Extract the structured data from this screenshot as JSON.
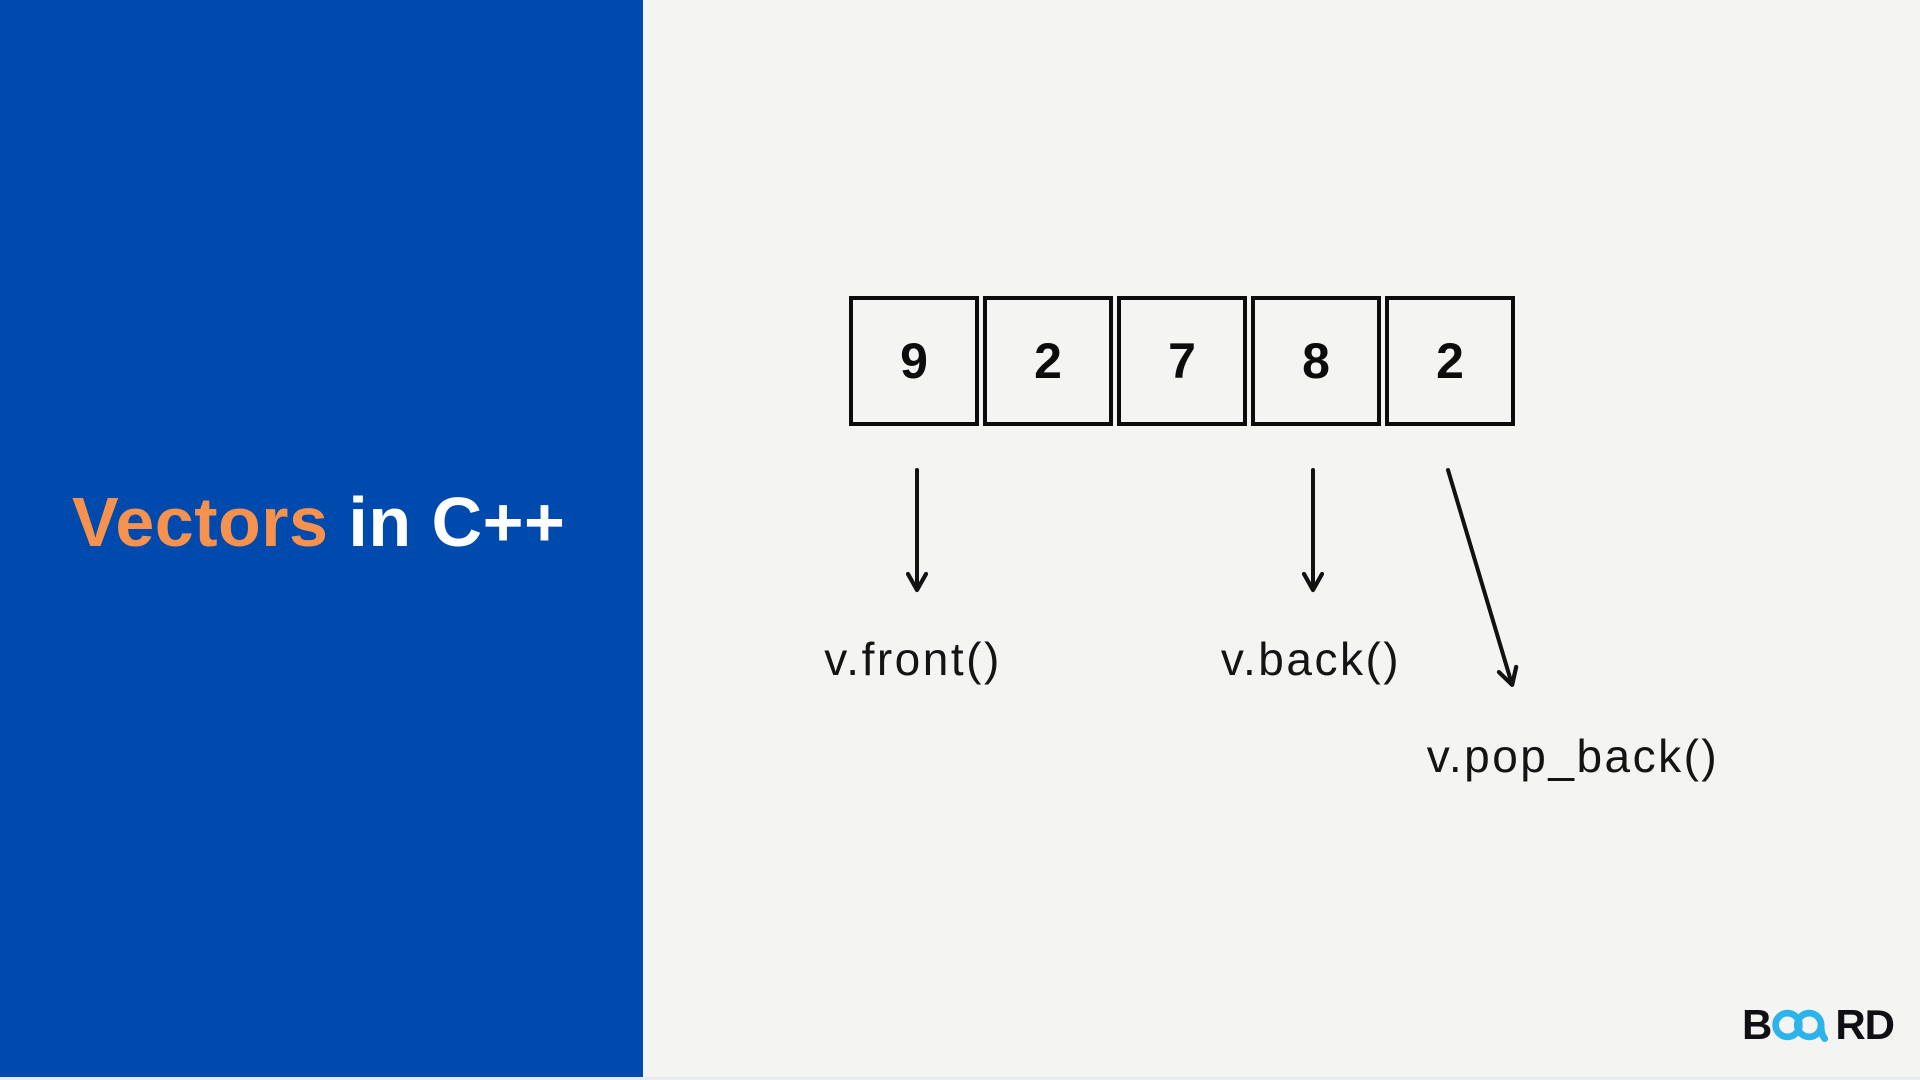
{
  "title": {
    "highlight": "Vectors",
    "rest": " in C++"
  },
  "diagram": {
    "cells": [
      "9",
      "2",
      "7",
      "8",
      "2"
    ],
    "labels": {
      "front": "v.front()",
      "back": "v.back()",
      "pop_back": "v.pop_back()"
    }
  },
  "logo": {
    "prefix": "B",
    "symbol": "infinity-icon",
    "suffix": "RD"
  },
  "colors": {
    "panel_blue": "#004AAD",
    "title_orange": "#F6924E",
    "background": "#F4F4F3",
    "ink": "#0C0C0C",
    "logo_cyan": "#2CB3EB"
  }
}
